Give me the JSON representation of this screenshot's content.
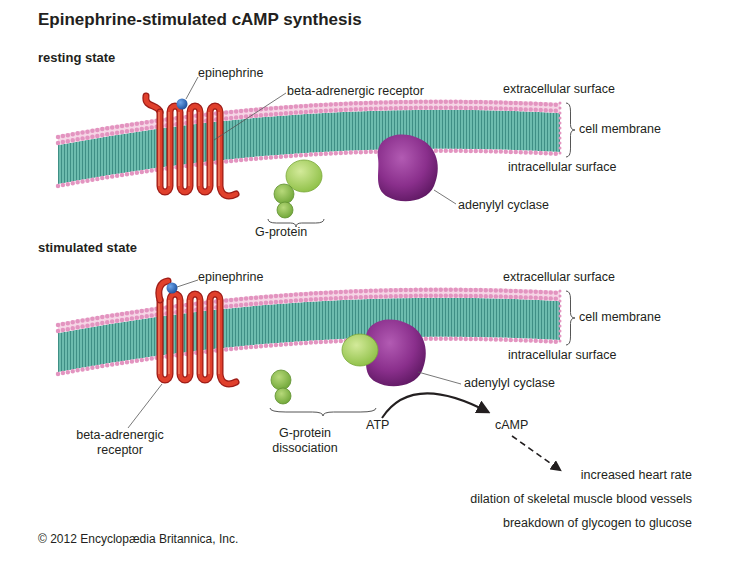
{
  "diagram": {
    "title": "Epinephrine-stimulated cAMP synthesis",
    "labels": [
      "resting state",
      "epinephrine",
      "beta-adrenergic receptor",
      "extracellular surface",
      "cell membrane",
      "intracellular surface",
      "adenylyl cyclase",
      "G-protein",
      "stimulated state",
      "epinephrine",
      "extracellular surface",
      "cell membrane",
      "intracellular surface",
      "adenylyl cyclase",
      "beta-adrenergic receptor",
      "G-protein dissociation",
      "ATP",
      "cAMP",
      "increased heart rate",
      "dilation of skeletal muscle blood vessels",
      "breakdown of glycogen to glucose",
      "© 2012 Encyclopædia Britannica, Inc."
    ]
  }
}
